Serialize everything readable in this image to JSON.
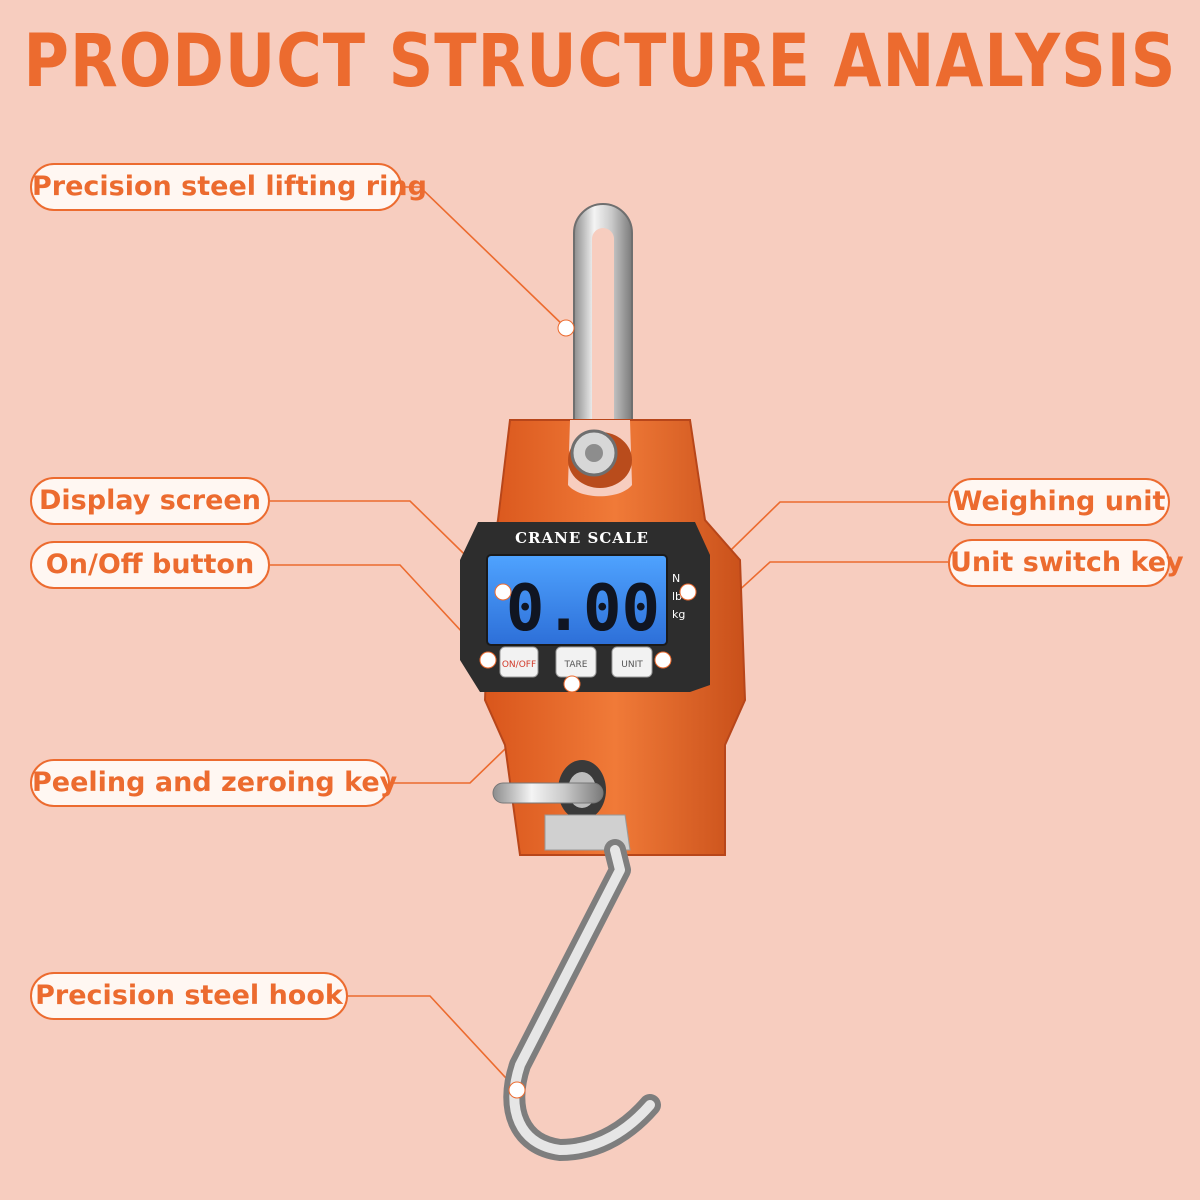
{
  "title": "PRODUCT STRUCTURE ANALYSIS",
  "labels": {
    "lifting_ring": "Precision steel lifting ring",
    "display_screen": "Display screen",
    "onoff_button": "On/Off button",
    "peeling_key": "Peeling and zeroing key",
    "steel_hook": "Precision steel hook",
    "weighing_unit": "Weighing unit",
    "unit_switch_key": "Unit switch key"
  },
  "device": {
    "brand_text": "CRANE SCALE",
    "reading": "0.00",
    "units": [
      "N",
      "lb",
      "kg"
    ],
    "buttons": {
      "onoff": "ON/OFF",
      "tare": "TARE",
      "unit": "UNIT"
    }
  },
  "colors": {
    "background": "#f7cdbf",
    "accent": "#ec6b2f",
    "body_orange": "#e8692a",
    "lcd_blue": "#3d8ff0"
  }
}
